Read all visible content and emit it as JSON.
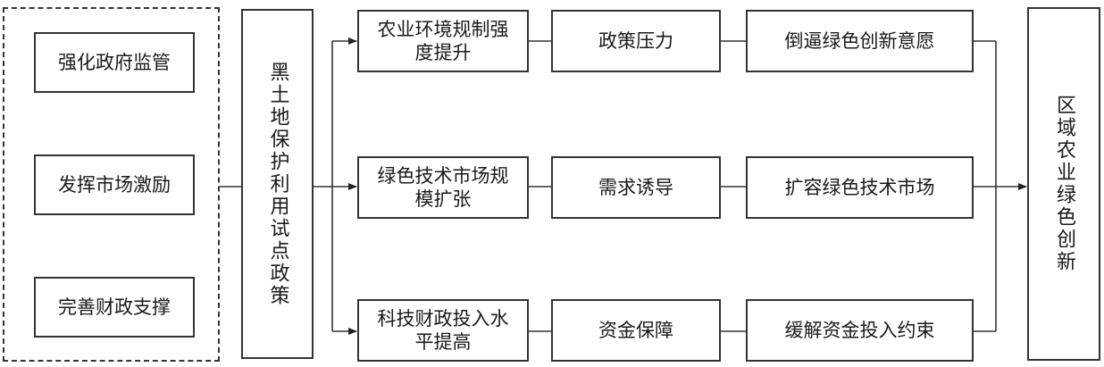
{
  "measures": [
    {
      "id": "m1",
      "label": "强化政府监管"
    },
    {
      "id": "m2",
      "label": "发挥市场激励"
    },
    {
      "id": "m3",
      "label": "完善财政支撑"
    }
  ],
  "policy": {
    "label": "黑土地保护利用试点政策"
  },
  "paths": [
    {
      "effect": "农业环境规制强度提升",
      "mechanism": "政策压力",
      "outcome": "倒逼绿色创新意愿"
    },
    {
      "effect": "绿色技术市场规模扩张",
      "mechanism": "需求诱导",
      "outcome": "扩容绿色技术市场"
    },
    {
      "effect": "科技财政投入水平提高",
      "mechanism": "资金保障",
      "outcome": "缓解资金投入约束"
    }
  ],
  "result": {
    "label": "区域农业绿色创新"
  }
}
